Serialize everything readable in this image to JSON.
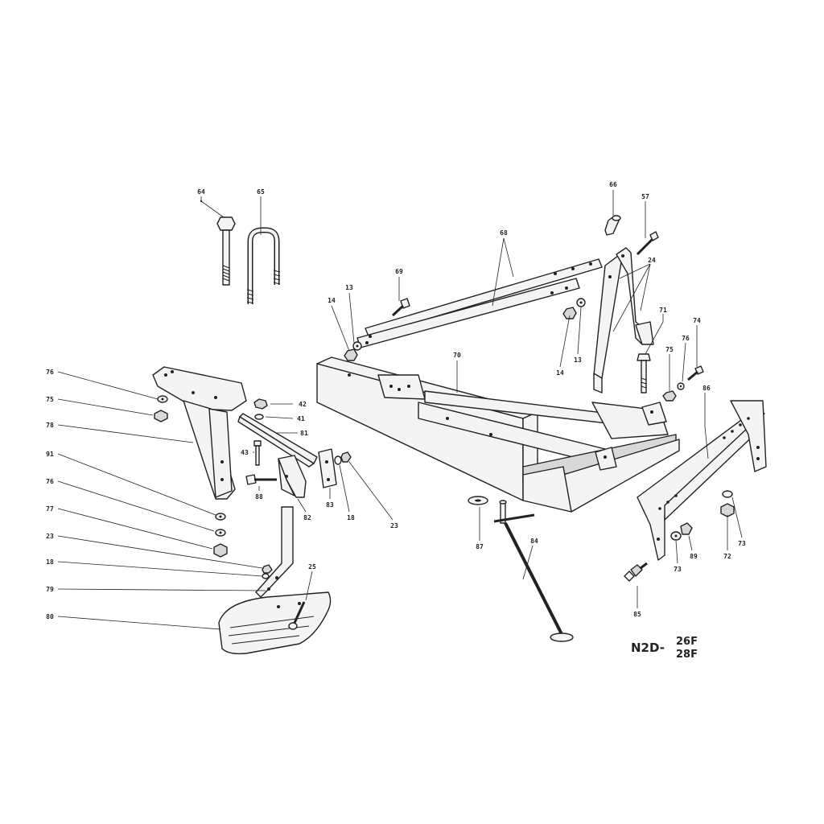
{
  "model_code": {
    "prefix": "N2D-",
    "variant_top": "26F",
    "variant_bottom": "28F"
  },
  "callouts": [
    {
      "id": "c64",
      "label": "64"
    },
    {
      "id": "c65",
      "label": "65"
    },
    {
      "id": "c66",
      "label": "66"
    },
    {
      "id": "c57",
      "label": "57"
    },
    {
      "id": "c68",
      "label": "68"
    },
    {
      "id": "c69",
      "label": "69"
    },
    {
      "id": "c24",
      "label": "24"
    },
    {
      "id": "c13a",
      "label": "13"
    },
    {
      "id": "c14a",
      "label": "14"
    },
    {
      "id": "c14b",
      "label": "14"
    },
    {
      "id": "c13b",
      "label": "13"
    },
    {
      "id": "c71",
      "label": "71"
    },
    {
      "id": "c74",
      "label": "74"
    },
    {
      "id": "c76a",
      "label": "76"
    },
    {
      "id": "c75a",
      "label": "75"
    },
    {
      "id": "c70",
      "label": "70"
    },
    {
      "id": "c86",
      "label": "86"
    },
    {
      "id": "c76b",
      "label": "76"
    },
    {
      "id": "c75b",
      "label": "75"
    },
    {
      "id": "c78",
      "label": "78"
    },
    {
      "id": "c42",
      "label": "42"
    },
    {
      "id": "c41",
      "label": "41"
    },
    {
      "id": "c81",
      "label": "81"
    },
    {
      "id": "c43",
      "label": "43"
    },
    {
      "id": "c91",
      "label": "91"
    },
    {
      "id": "c88",
      "label": "88"
    },
    {
      "id": "c82",
      "label": "82"
    },
    {
      "id": "c83",
      "label": "83"
    },
    {
      "id": "c18a",
      "label": "18"
    },
    {
      "id": "c23a",
      "label": "23"
    },
    {
      "id": "c76c",
      "label": "76"
    },
    {
      "id": "c77",
      "label": "77"
    },
    {
      "id": "c23b",
      "label": "23"
    },
    {
      "id": "c18b",
      "label": "18"
    },
    {
      "id": "c79",
      "label": "79"
    },
    {
      "id": "c25",
      "label": "25"
    },
    {
      "id": "c80",
      "label": "80"
    },
    {
      "id": "c87",
      "label": "87"
    },
    {
      "id": "c84",
      "label": "84"
    },
    {
      "id": "c85",
      "label": "85"
    },
    {
      "id": "c73a",
      "label": "73"
    },
    {
      "id": "c89",
      "label": "89"
    },
    {
      "id": "c72",
      "label": "72"
    },
    {
      "id": "c73b",
      "label": "73"
    }
  ]
}
